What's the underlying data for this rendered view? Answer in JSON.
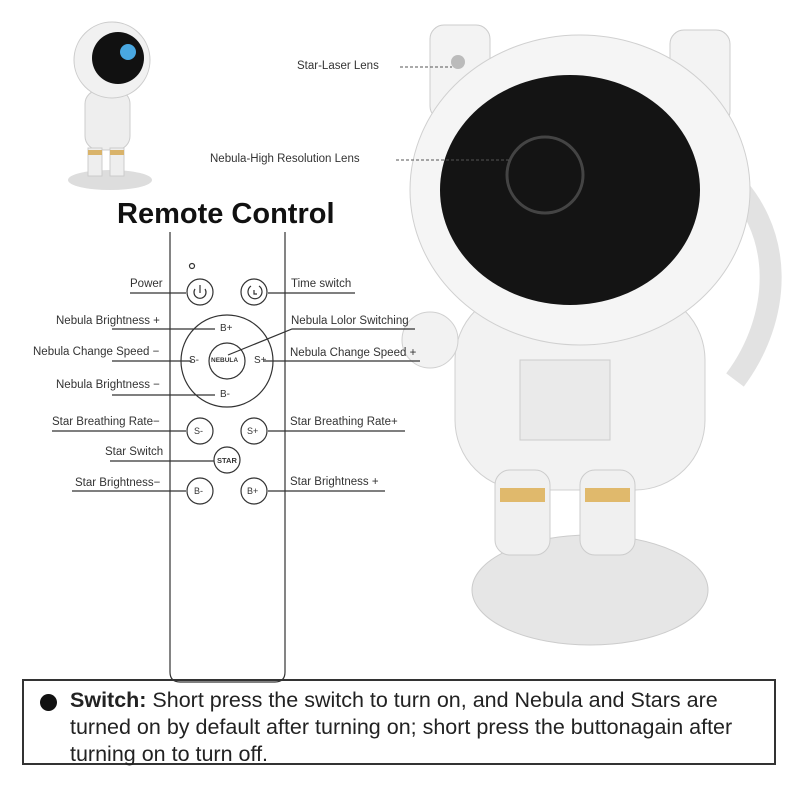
{
  "title": "Remote Control",
  "callouts": {
    "laser": "Star-Laser Lens",
    "nebula_lens": "Nebula-High Resolution Lens"
  },
  "remote": {
    "labels": {
      "power": "Power",
      "time": "Time switch",
      "nb_plus": "Nebula Brightness +",
      "color": "Nebula Lolor Switching",
      "ncs_minus": "Nebula Change Speed −",
      "ncs_plus": "Nebula Change Speed +",
      "nb_minus": "Nebula Brightness −",
      "sbr_minus": "Star Breathing Rate−",
      "sbr_plus": "Star Breathing Rate+",
      "star_switch": "Star Switch",
      "sb_minus": "Star Brightness−",
      "sb_plus": "Star Brightness +"
    },
    "buttons": {
      "b_plus": "B+",
      "b_minus": "B-",
      "s_minus": "S-",
      "s_plus": "S+",
      "nebula": "NEBULA",
      "star": "STAR"
    }
  },
  "note": {
    "heading": "Switch:",
    "text": " Short press the switch to turn on, and Nebula and Stars are turned on by default after turning on; short press the buttonagain after turning on to turn off."
  }
}
